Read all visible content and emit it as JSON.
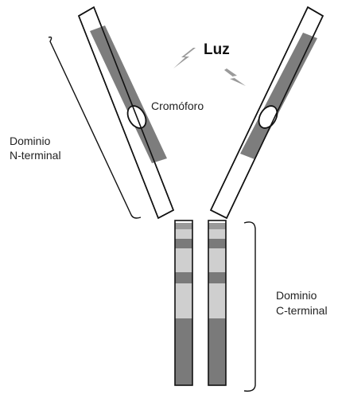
{
  "labels": {
    "light": "Luz",
    "chromophore": "Cromóforo",
    "n_domain_line1": "Dominio",
    "n_domain_line2": "N-terminal",
    "c_domain_line1": "Dominio",
    "c_domain_line2": "C-terminal"
  },
  "colors": {
    "band_dark": "#7a7a7a",
    "band_mid": "#9a9a9a",
    "band_light": "#cfcfcf",
    "outline": "#111111",
    "lightning": "#9a9a9a"
  }
}
